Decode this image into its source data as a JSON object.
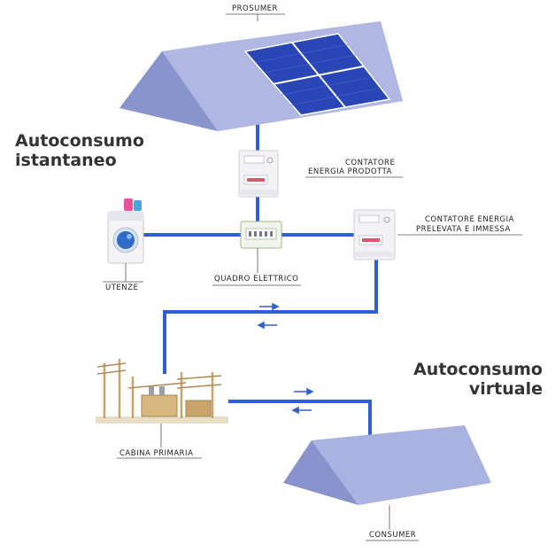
{
  "labels": {
    "prosumer": "PROSUMER",
    "contatore_prodotta_line1": "CONTATORE",
    "contatore_prodotta_line2": "ENERGIA PRODOTTA",
    "contatore_scambio_line1": "CONTATORE ENERGIA",
    "contatore_scambio_line2": "PRELEVATA E IMMESSA",
    "utenze": "UTENZE",
    "quadro": "QUADRO ELETTRICO",
    "cabina": "CABINA PRIMARIA",
    "consumer": "CONSUMER"
  },
  "headings": {
    "istantaneo_line1": "Autoconsumo",
    "istantaneo_line2": "istantaneo",
    "virtuale_line1": "Autoconsumo",
    "virtuale_line2": "virtuale"
  },
  "colors": {
    "wire": "#2f5fd6",
    "roof": "#9aa3d6",
    "roof_dark": "#7f89c4",
    "panel": "#2c48b8",
    "text": "#222222"
  }
}
